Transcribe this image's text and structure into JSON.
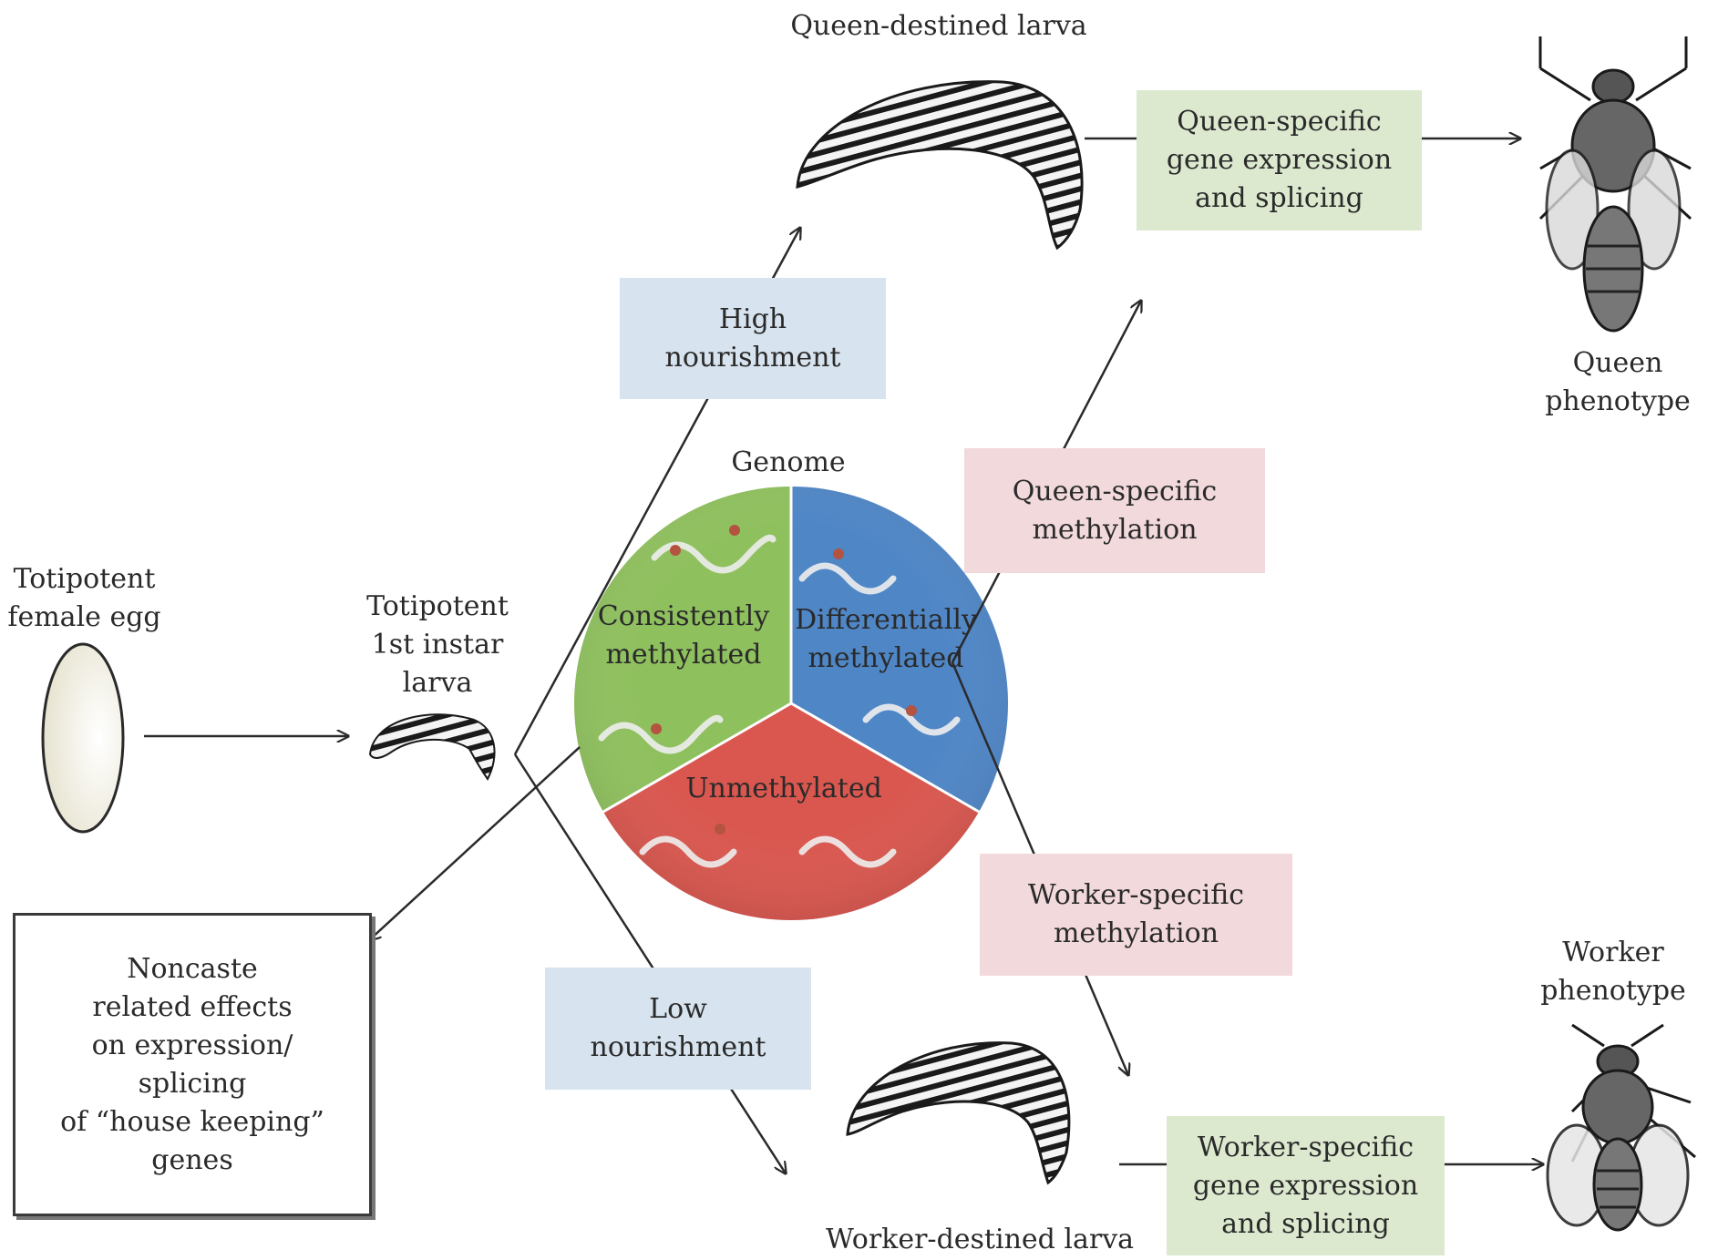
{
  "labels": {
    "egg": "Totipotent\nfemale egg",
    "first_instar": "Totipotent\n1st instar\nlarva",
    "queen_larva": "Queen-destined larva",
    "worker_larva": "Worker-destined larva",
    "queen_phenotype": "Queen\nphenotype",
    "worker_phenotype": "Worker\nphenotype",
    "genome": "Genome"
  },
  "boxes": {
    "high_nourishment": "High\nnourishment",
    "low_nourishment": "Low\nnourishment",
    "queen_methylation": "Queen-specific\nmethylation",
    "worker_methylation": "Worker-specific\nmethylation",
    "queen_expression": "Queen-specific\ngene expression\nand splicing",
    "worker_expression": "Worker-specific\ngene expression\nand splicing",
    "noncaste": "Noncaste\nrelated effects\non expression/\nsplicing\nof “house keeping”\ngenes"
  },
  "genome_pie": {
    "segments": [
      {
        "label": "Consistently\nmethylated",
        "color": "#8fc05e"
      },
      {
        "label": "Differentially\nmethylated",
        "color": "#4f86c6"
      },
      {
        "label": "Unmethylated",
        "color": "#d9574f"
      }
    ]
  }
}
